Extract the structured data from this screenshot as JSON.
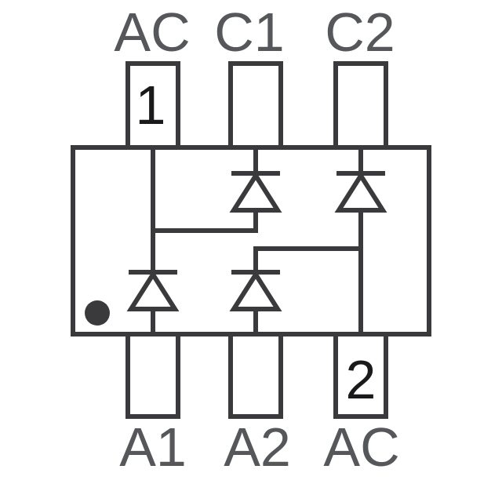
{
  "colors": {
    "line": "#3a3a3c",
    "label": "#56575a",
    "number": "#1a1a1c",
    "background": "#ffffff"
  },
  "package": {
    "pins_top": [
      {
        "label": "AC",
        "number": "1"
      },
      {
        "label": "C1"
      },
      {
        "label": "C2"
      }
    ],
    "pins_bottom": [
      {
        "label": "A1"
      },
      {
        "label": "A2"
      },
      {
        "label": "AC",
        "number": "2"
      }
    ],
    "pin1_marker": "filled-dot-bottom-left"
  },
  "diodes": [
    {
      "id": "D1",
      "anode": "A1",
      "cathode": "AC pin 1"
    },
    {
      "id": "D2",
      "anode": "AC pin 1",
      "cathode": "C1"
    },
    {
      "id": "D3",
      "anode": "AC pin 2",
      "cathode": "C2"
    },
    {
      "id": "D4",
      "anode": "A2",
      "cathode": "AC pin 2"
    }
  ]
}
